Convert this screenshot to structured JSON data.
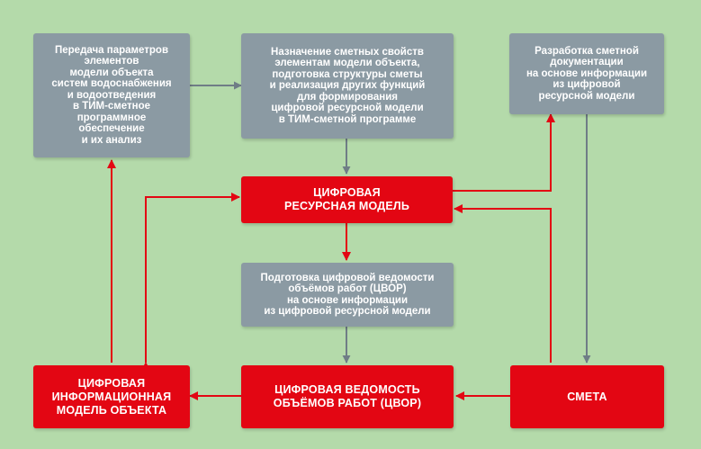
{
  "colors": {
    "background": "#b4daaa",
    "gray_box": "#8b9aa3",
    "red_box": "#e30613",
    "gray_arrow": "#6f7d86",
    "red_arrow": "#e30613"
  },
  "nodes": {
    "transfer_params": "Передача параметров\nэлементов\nмодели объекта\nсистем водоснабжения\nи водоотведения\nв ТИМ-сметное\nпрограммное\nобеспечение\nи их анализ",
    "assign_properties": "Назначение сметных свойств\nэлементам модели объекта,\nподготовка структуры сметы\nи реализация других функций\nдля формирования\nцифровой ресурсной модели\nв ТИМ-сметной программе",
    "estimate_docs": "Разработка сметной\nдокументации\nна основе информации\nиз цифровой\nресурсной модели",
    "digital_resource_model": "ЦИФРОВАЯ\nРЕСУРСНАЯ МОДЕЛЬ",
    "prepare_cvor": "Подготовка цифровой ведомости\nобъёмов работ (ЦВОР)\nна основе информации\nиз цифровой ресурсной модели",
    "digital_info_model": "ЦИФРОВАЯ\nИНФОРМАЦИОННАЯ\nМОДЕЛЬ ОБЪЕКТА",
    "cvor": "ЦИФРОВАЯ ВЕДОМОСТЬ\nОБЪЁМОВ РАБОТ (ЦВОР)",
    "estimate": "СМЕТА"
  }
}
